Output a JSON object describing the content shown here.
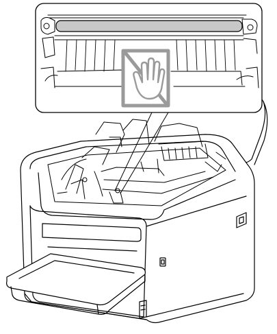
{
  "figure": {
    "kind": "technical-illustration",
    "subject": "printer-open-top-cover",
    "callout": {
      "zoomed_part": "transfer-roller",
      "warning_symbol": "do-not-touch-hand-icon",
      "roller_color": "#c8c8c8",
      "symbol_color": "#9a9a9a"
    },
    "line_color": "#000000",
    "background": "#ffffff"
  }
}
